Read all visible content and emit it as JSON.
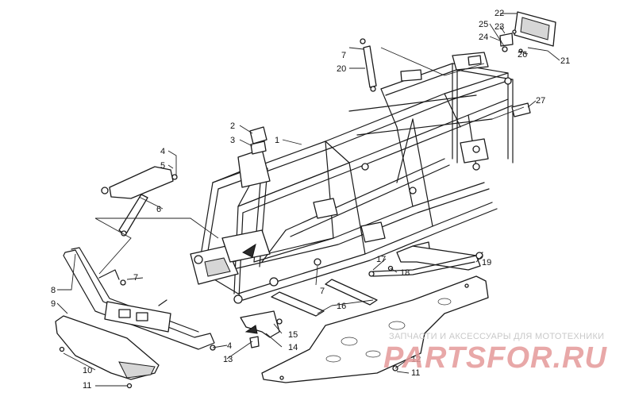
{
  "diagram": {
    "callouts": {
      "c1": "1",
      "c2": "2",
      "c3": "3",
      "c4a": "4",
      "c4b": "4",
      "c5": "5",
      "c6": "6",
      "c7a": "7",
      "c7b": "7",
      "c7c": "7",
      "c8": "8",
      "c9": "9",
      "c10": "10",
      "c11a": "11",
      "c11b": "11",
      "c12": "12",
      "c13": "13",
      "c14": "14",
      "c15": "15",
      "c16": "16",
      "c17": "17",
      "c18": "18",
      "c19": "19",
      "c20": "20",
      "c21": "21",
      "c22": "22",
      "c23": "23",
      "c24": "24",
      "c25": "25",
      "c26": "26",
      "c27": "27"
    },
    "watermark": {
      "tagline": "ЗАПЧАСТИ И АКСЕССУАРЫ ДЛЯ МОТОТЕХНИКИ",
      "logo": "PARTSFOR.RU"
    }
  }
}
